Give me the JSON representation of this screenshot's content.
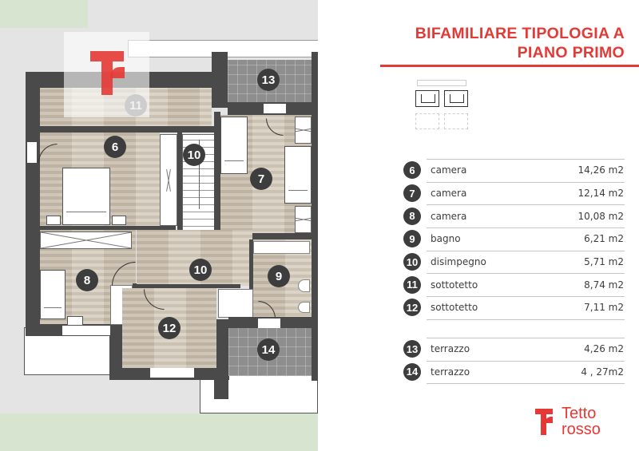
{
  "header": {
    "title_line1": "BIFAMILIARE TIPOLOGIA A",
    "title_line2": "PIANO PRIMO"
  },
  "colors": {
    "accent": "#e53935",
    "badge": "#3d3d3d",
    "wall": "#4a4a4a",
    "lawn": "#d7e4d0"
  },
  "plan": {
    "watermark_badge": "11",
    "room_badges": [
      {
        "id": "6"
      },
      {
        "id": "7"
      },
      {
        "id": "8"
      },
      {
        "id": "9"
      },
      {
        "id": "10",
        "label": "10"
      },
      {
        "id": "10b",
        "label": "10"
      },
      {
        "id": "12"
      },
      {
        "id": "13"
      },
      {
        "id": "14"
      }
    ]
  },
  "rooms": [
    {
      "num": "6",
      "name": "camera",
      "area": "14,26 m2"
    },
    {
      "num": "7",
      "name": "camera",
      "area": "12,14 m2"
    },
    {
      "num": "8",
      "name": "camera",
      "area": "10,08 m2"
    },
    {
      "num": "9",
      "name": "bagno",
      "area": "6,21 m2"
    },
    {
      "num": "10",
      "name": "disimpegno",
      "area": "5,71 m2"
    },
    {
      "num": "11",
      "name": "sottotetto",
      "area": "8,74 m2"
    },
    {
      "num": "12",
      "name": "sottotetto",
      "area": "7,11 m2"
    }
  ],
  "terraces": [
    {
      "num": "13",
      "name": "terrazzo",
      "area": "4,26 m2"
    },
    {
      "num": "14",
      "name": "terrazzo",
      "area": "4 , 27m2"
    }
  ],
  "logo": {
    "line1": "Tetto",
    "line2": "rosso"
  }
}
